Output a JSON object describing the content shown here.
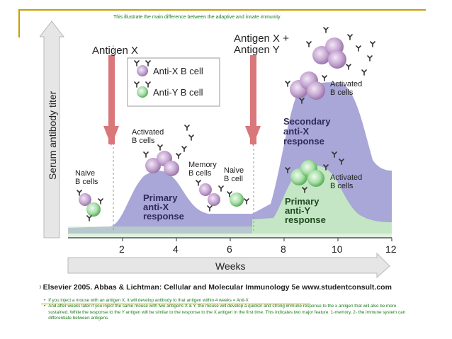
{
  "caption": "This illustrate the main difference between the adaptive and innate immunity",
  "figure": {
    "y_axis_label": "Serum antibody titer",
    "x_axis_label": "Weeks",
    "x_ticks": [
      "2",
      "4",
      "6",
      "8",
      "10",
      "12"
    ],
    "antigen_x_label": "Antigen X",
    "antigen_xy_line1": "Antigen X +",
    "antigen_xy_line2": "Antigen Y",
    "legend": {
      "anti_x": "Anti-X B cell",
      "anti_y": "Anti-Y B cell"
    },
    "labels": {
      "naive_b_cells_1": "Naive",
      "naive_b_cells_2": "B cells",
      "activated_1": "Activated",
      "activated_2": "B cells",
      "memory_1": "Memory",
      "memory_2": "B cells",
      "naive_b_cell_1": "Naive",
      "naive_b_cell_2": "B cell",
      "primary_x_1": "Primary",
      "primary_x_2": "anti-X",
      "primary_x_3": "response",
      "secondary_x_1": "Secondary",
      "secondary_x_2": "anti-X",
      "secondary_x_3": "response",
      "activated_top_1": "Activated",
      "activated_top_2": "B cells",
      "activated_y_1": "Activated",
      "activated_y_2": "B cells",
      "primary_y_1": "Primary",
      "primary_y_2": "anti-Y",
      "primary_y_3": "response"
    },
    "copyright": "© Elsevier 2005. Abbas & Lichtman: Cellular and Molecular Immunology 5e www.studentconsult.com",
    "colors": {
      "anti_x_area": "#a9a6d8",
      "anti_y_area": "#c4e6c4",
      "arrow": "#d9777a",
      "axis_arrow": "#e6e6e6"
    }
  },
  "notes": [
    "If you inject a mouse with an antigen X, it will develop antibody to that antigen within 4 weeks = Anti-X",
    "And after weeks later if you inject the same mouse with two antigens X & Y, the mouse will develop a quicker and strong immune response to the x antigen that will also be more sustained. While the response to the Y antigen will be similar to the response to the X antigen in the first time. This indicates two major feature: 1-memory, 2- the immune system can differentiate between antigens."
  ]
}
